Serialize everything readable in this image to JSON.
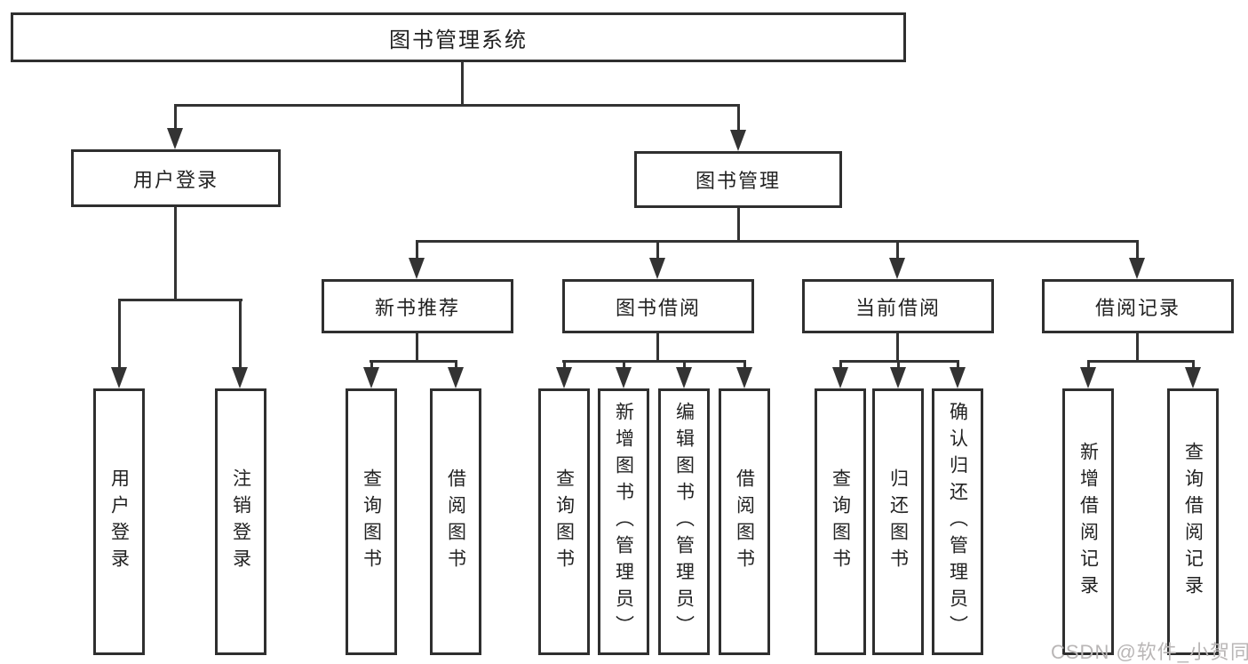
{
  "nodes": {
    "root": "图书管理系统",
    "user_login": "用户登录",
    "book_management": "图书管理",
    "new_book_recommend": "新书推荐",
    "book_borrowing": "图书借阅",
    "current_borrowing": "当前借阅",
    "borrowing_records": "借阅记录"
  },
  "leaves": {
    "user_login": [
      "用户登录",
      "注销登录"
    ],
    "new_book_recommend": [
      "查询图书",
      "借阅图书"
    ],
    "book_borrowing": [
      "查询图书",
      "新增图书（管理员）",
      "编辑图书（管理员）",
      "借阅图书"
    ],
    "current_borrowing": [
      "查询图书",
      "归还图书",
      "确认归还（管理员）"
    ],
    "borrowing_records": [
      "新增借阅记录",
      "查询借阅记录"
    ]
  },
  "watermark": "CSDN @软件_小贺同学",
  "colors": {
    "line": "#333333",
    "box_border": "#2f2f2f",
    "box_bg": "#ffffff",
    "text": "#222222",
    "watermark": "#b9b6b6"
  }
}
